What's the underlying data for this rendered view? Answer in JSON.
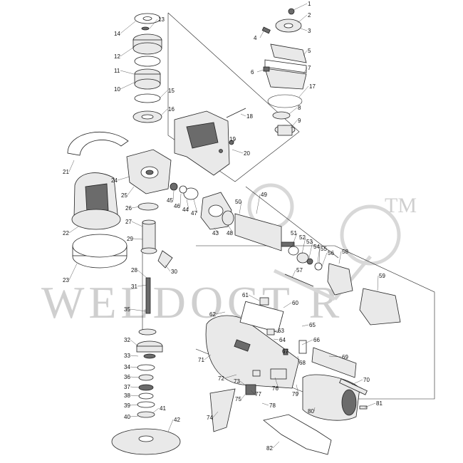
{
  "watermark": {
    "text": "WELDOCT  R",
    "tm": "TM"
  },
  "labels": [
    {
      "id": "1",
      "t": "1"
    },
    {
      "id": "2",
      "t": "2"
    },
    {
      "id": "3",
      "t": "3"
    },
    {
      "id": "4",
      "t": "4"
    },
    {
      "id": "5",
      "t": "5"
    },
    {
      "id": "6",
      "t": "6"
    },
    {
      "id": "7",
      "t": "7"
    },
    {
      "id": "8",
      "t": "8"
    },
    {
      "id": "9",
      "t": "9"
    },
    {
      "id": "10",
      "t": "10"
    },
    {
      "id": "11",
      "t": "11"
    },
    {
      "id": "12",
      "t": "12"
    },
    {
      "id": "13",
      "t": "13"
    },
    {
      "id": "14",
      "t": "14"
    },
    {
      "id": "15",
      "t": "15"
    },
    {
      "id": "16",
      "t": "16"
    },
    {
      "id": "17",
      "t": "17"
    },
    {
      "id": "18",
      "t": "18"
    },
    {
      "id": "19",
      "t": "19"
    },
    {
      "id": "20",
      "t": "20"
    },
    {
      "id": "21",
      "t": "21"
    },
    {
      "id": "22",
      "t": "22"
    },
    {
      "id": "23",
      "t": "23"
    },
    {
      "id": "24",
      "t": "24"
    },
    {
      "id": "25",
      "t": "25"
    },
    {
      "id": "26",
      "t": "26"
    },
    {
      "id": "27",
      "t": "27"
    },
    {
      "id": "28",
      "t": "28"
    },
    {
      "id": "29",
      "t": "29"
    },
    {
      "id": "30",
      "t": "30"
    },
    {
      "id": "31",
      "t": "31"
    },
    {
      "id": "32",
      "t": "32"
    },
    {
      "id": "33",
      "t": "33"
    },
    {
      "id": "34",
      "t": "34"
    },
    {
      "id": "35",
      "t": "35"
    },
    {
      "id": "36",
      "t": "36"
    },
    {
      "id": "37",
      "t": "37"
    },
    {
      "id": "38",
      "t": "38"
    },
    {
      "id": "39",
      "t": "39"
    },
    {
      "id": "40",
      "t": "40"
    },
    {
      "id": "41",
      "t": "41"
    },
    {
      "id": "42",
      "t": "42"
    },
    {
      "id": "43",
      "t": "43"
    },
    {
      "id": "44",
      "t": "44"
    },
    {
      "id": "45",
      "t": "45"
    },
    {
      "id": "46",
      "t": "46"
    },
    {
      "id": "47",
      "t": "47"
    },
    {
      "id": "48",
      "t": "48"
    },
    {
      "id": "49",
      "t": "49"
    },
    {
      "id": "50",
      "t": "50"
    },
    {
      "id": "51",
      "t": "51"
    },
    {
      "id": "52",
      "t": "52"
    },
    {
      "id": "53",
      "t": "53"
    },
    {
      "id": "54",
      "t": "54"
    },
    {
      "id": "55",
      "t": "55"
    },
    {
      "id": "56",
      "t": "56"
    },
    {
      "id": "57",
      "t": "57"
    },
    {
      "id": "58",
      "t": "58"
    },
    {
      "id": "59",
      "t": "59"
    },
    {
      "id": "60",
      "t": "60"
    },
    {
      "id": "61",
      "t": "61"
    },
    {
      "id": "62",
      "t": "62"
    },
    {
      "id": "63",
      "t": "63"
    },
    {
      "id": "64",
      "t": "64"
    },
    {
      "id": "65",
      "t": "65"
    },
    {
      "id": "66",
      "t": "66"
    },
    {
      "id": "67",
      "t": "67"
    },
    {
      "id": "68",
      "t": "68"
    },
    {
      "id": "69",
      "t": "69"
    },
    {
      "id": "70",
      "t": "70"
    },
    {
      "id": "71",
      "t": "71"
    },
    {
      "id": "72",
      "t": "72"
    },
    {
      "id": "73",
      "t": "73"
    },
    {
      "id": "74",
      "t": "74"
    },
    {
      "id": "75",
      "t": "75"
    },
    {
      "id": "76",
      "t": "76"
    },
    {
      "id": "77",
      "t": "77"
    },
    {
      "id": "78",
      "t": "78"
    },
    {
      "id": "79",
      "t": "79"
    },
    {
      "id": "80",
      "t": "80"
    },
    {
      "id": "81",
      "t": "81"
    },
    {
      "id": "82",
      "t": "82"
    }
  ]
}
